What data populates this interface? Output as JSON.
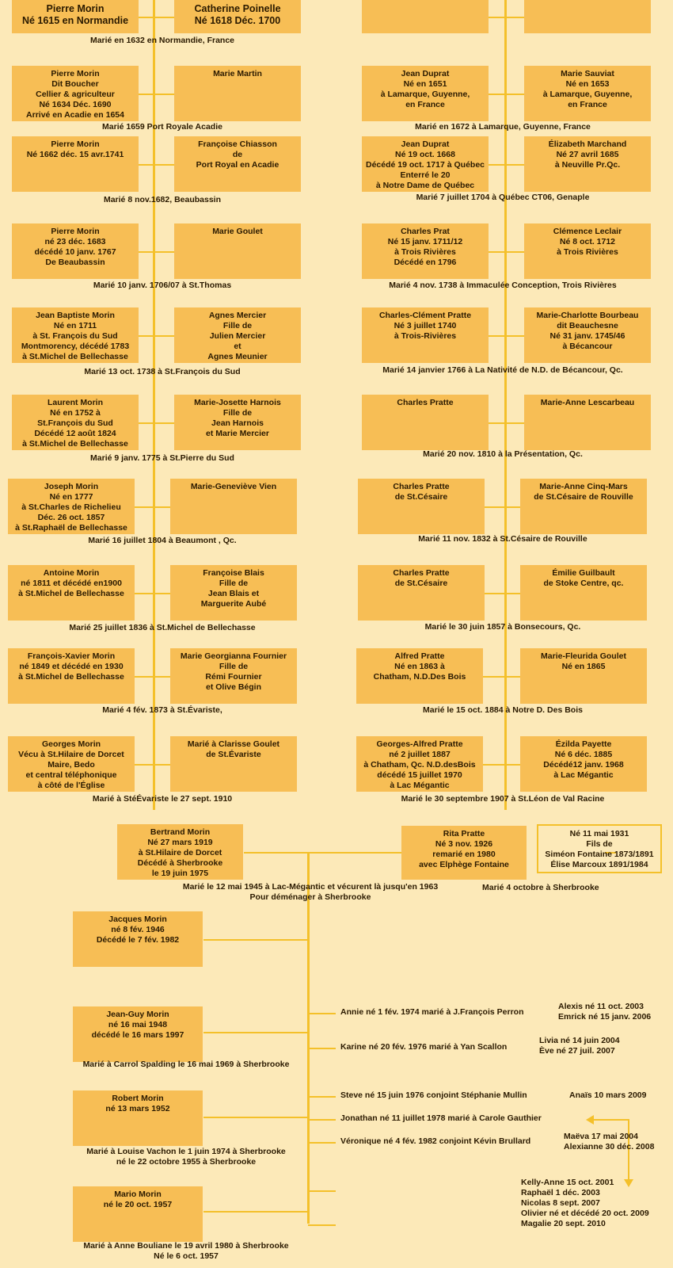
{
  "morin": [
    {
      "person": [
        "Pierre Morin",
        "Né 1615 en Normandie"
      ],
      "spouse": [
        "Catherine Poinelle",
        "Né 1618 Déc. 1700"
      ],
      "marriage": [
        "Marié en 1632 en Normandie, France"
      ]
    },
    {
      "person": [
        "Pierre Morin",
        "Dit Boucher",
        "Cellier & agriculteur",
        "Né 1634 Déc. 1690",
        "Arrivé en Acadie en 1654"
      ],
      "spouse": [
        "Marie Martin"
      ],
      "marriage": [
        "Marié 1659 Port Royale Acadie"
      ]
    },
    {
      "person": [
        "Pierre Morin",
        "Né 1662 déc. 15 avr.1741"
      ],
      "spouse": [
        "Françoise Chiasson",
        "de",
        "Port Royal en Acadie"
      ],
      "marriage": [
        "Marié 8 nov.1682, Beaubassin"
      ]
    },
    {
      "person": [
        "Pierre Morin",
        "né 23 déc. 1683",
        "décédé 10 janv. 1767",
        "De Beaubassin"
      ],
      "spouse": [
        "Marie Goulet"
      ],
      "marriage": [
        "Marié 10 janv. 1706/07 à St.Thomas"
      ]
    },
    {
      "person": [
        "Jean Baptiste Morin",
        "Né en 1711",
        "à St. François du Sud",
        "Montmorency, décédé 1783",
        "à St.Michel de Bellechasse"
      ],
      "spouse": [
        "Agnes Mercier",
        "Fille de",
        "Julien Mercier",
        "et",
        "Agnes Meunier"
      ],
      "marriage": [
        "Marié 13 oct. 1738 à St.François du Sud"
      ]
    },
    {
      "person": [
        "Laurent Morin",
        "Né en 1752 à",
        "St.François du Sud",
        "Décédé 12 août 1824",
        "à St.Michel de Bellechasse"
      ],
      "spouse": [
        "Marie-Josette Harnois",
        "Fille de",
        "Jean Harnois",
        "et Marie Mercier"
      ],
      "marriage": [
        "Marié 9 janv. 1775 à St.Pierre du Sud"
      ]
    },
    {
      "person": [
        "Joseph Morin",
        "Né en 1777",
        "à St.Charles de Richelieu",
        "Déc. 26 oct. 1857",
        "à St.Raphaël de Bellechasse"
      ],
      "spouse": [
        "Marie-Geneviève Vien"
      ],
      "marriage": [
        "Marié 16 juillet 1804 à Beaumont , Qc."
      ]
    },
    {
      "person": [
        "Antoine Morin",
        "né 1811 et décédé en1900",
        "à St.Michel de Bellechasse"
      ],
      "spouse": [
        "Françoise Blais",
        "Fille de",
        "Jean Blais et",
        "Marguerite Aubé"
      ],
      "marriage": [
        "Marié 25 juillet 1836 à St.Michel de Bellechasse"
      ]
    },
    {
      "person": [
        "François-Xavier Morin",
        "né 1849 et décédé en 1930",
        "à St.Michel de Bellechasse"
      ],
      "spouse": [
        "Marie Georgianna Fournier",
        "Fille de",
        "Rémi Fournier",
        "et Olive Bégin"
      ],
      "marriage": [
        "Marié 4 fév. 1873 à St.Évariste,"
      ]
    },
    {
      "person": [
        "Georges Morin",
        "Vécu à St.Hilaire de Dorcet",
        "Maire, Bedo",
        "et central téléphonique",
        "à côté de l'Église"
      ],
      "spouse": [
        "Marié à Clarisse Goulet",
        "de St.Évariste"
      ],
      "marriage": [
        "Marié à StéÉvariste le 27 sept. 1910"
      ]
    }
  ],
  "pratte": [
    {
      "person": [],
      "spouse": [],
      "marriage": []
    },
    {
      "person": [
        "Jean Duprat",
        "Né en 1651",
        "à Lamarque, Guyenne,",
        "en France"
      ],
      "spouse": [
        "Marie Sauviat",
        "Né en 1653",
        "à Lamarque, Guyenne,",
        "en France"
      ],
      "marriage": [
        "Marié en 1672 à Lamarque, Guyenne, France"
      ]
    },
    {
      "person": [
        "Jean Duprat",
        "Né 19 oct. 1668",
        "Décédé 19 oct. 1717 à Québec",
        "Enterré le 20",
        "à Notre Dame de Québec"
      ],
      "spouse": [
        "Élizabeth Marchand",
        "Né 27 avril 1685",
        "à Neuville Pr.Qc."
      ],
      "marriage": [
        "Marié 7 juillet 1704 à Québec CT06, Genaple"
      ]
    },
    {
      "person": [
        "Charles Prat",
        "Né 15 janv. 1711/12",
        "à Trois Rivières",
        "Décédé en 1796"
      ],
      "spouse": [
        "Clémence Leclair",
        "Né 8 oct. 1712",
        "à Trois Rivières"
      ],
      "marriage": [
        "Marié 4 nov. 1738 à Immaculée Conception, Trois Rivières"
      ]
    },
    {
      "person": [
        "Charles-Clément Pratte",
        "Né 3 juillet 1740",
        "à Trois-Rivières"
      ],
      "spouse": [
        "Marie-Charlotte Bourbeau",
        "dit Beauchesne",
        "Né 31 janv. 1745/46",
        "à Bécancour"
      ],
      "marriage": [
        "Marié 14 janvier 1766 à La Nativité de N.D. de Bécancour, Qc."
      ]
    },
    {
      "person": [
        "Charles Pratte"
      ],
      "spouse": [
        "Marie-Anne Lescarbeau"
      ],
      "marriage": [
        "Marié 20 nov. 1810 à la Présentation, Qc."
      ]
    },
    {
      "person": [
        "Charles Pratte",
        "de St.Césaire"
      ],
      "spouse": [
        "Marie-Anne Cinq-Mars",
        "de St.Césaire de Rouville"
      ],
      "marriage": [
        "Marié 11 nov. 1832 à St.Césaire de Rouville"
      ]
    },
    {
      "person": [
        "Charles Pratte",
        "de St.Césaire"
      ],
      "spouse": [
        "Émilie Guilbault",
        "de Stoke Centre, qc."
      ],
      "marriage": [
        "Marié le 30 juin 1857 à Bonsecours, Qc."
      ]
    },
    {
      "person": [
        "Alfred Pratte",
        "Né en 1863 à",
        "Chatham, N.D.Des Bois"
      ],
      "spouse": [
        "Marie-Fleurida Goulet",
        "Né en 1865"
      ],
      "marriage": [
        "Marié le 15 oct. 1884 à Notre D. Des Bois"
      ]
    },
    {
      "person": [
        "Georges-Alfred Pratte",
        "né 2 juillet 1887",
        "à Chatham, Qc. N.D.desBois",
        "décédé 15 juillet 1970",
        "à Lac Mégantic"
      ],
      "spouse": [
        "Ézilda Payette",
        "Né 6 déc. 1885",
        "Décédé12 janv. 1968",
        "à Lac Mégantic"
      ],
      "marriage": [
        "Marié le 30 septembre 1907 à St.Léon de Val Racine"
      ]
    }
  ],
  "couple": {
    "bertrand": [
      "Bertrand Morin",
      "Né 27 mars 1919",
      "à St.Hilaire de Dorcet",
      "Décédé à Sherbrooke",
      "le 19 juin 1975"
    ],
    "rita": [
      "Rita Pratte",
      "Né 3 nov. 1926",
      "remarié en 1980",
      "avec Elphège Fontaine"
    ],
    "simeon": [
      "Né 11 mai 1931",
      "Fils de",
      "Siméon Fontaine 1873/1891",
      "Élise Marcoux 1891/1984"
    ],
    "marriage": [
      "Marié le 12 mai 1945 à Lac-Mégantic et vécurent là jusqu'en 1963",
      "Pour déménager à Sherbrooke"
    ],
    "marriage2": "Marié 4 octobre à Sherbrooke"
  },
  "children": [
    {
      "person": [
        "Jacques Morin",
        "né 8 fév. 1946",
        "Décédé le 7 fév. 1982"
      ],
      "caption": []
    },
    {
      "person": [
        "Jean-Guy Morin",
        "né 16 mai 1948",
        "décédé le 16 mars 1997"
      ],
      "caption": [
        "Marié à Carrol Spalding le 16 mai 1969 à Sherbrooke"
      ]
    },
    {
      "person": [
        "Robert Morin",
        "né 13 mars 1952"
      ],
      "caption": [
        "Marié à Louise Vachon le 1 juin 1974 à Sherbrooke",
        "né le 22 octobre 1955 à Sherbrooke"
      ]
    },
    {
      "person": [
        "Mario Morin",
        "né le 20 oct. 1957"
      ],
      "caption": [
        "Marié à Anne Bouliane le 19 avril 1980 à Sherbrooke",
        "Né le 6 oct. 1957"
      ]
    }
  ],
  "grandchildren": [
    "Annie né 1 fév. 1974 marié à J.François Perron",
    "Karine né 20 fév. 1976 marié à Yan Scallon",
    "Steve né 15 juin 1976 conjoint Stéphanie Mullin",
    "Jonathan né 11 juillet 1978 marié à Carole Gauthier",
    "Véronique né 4 fév. 1982 conjoint Kévin Brullard"
  ],
  "great_grandchildren": {
    "annie": [
      "Alexis né 11 oct. 2003",
      "Emrick né 15 janv. 2006"
    ],
    "karine": [
      "Livia né 14 juin 2004",
      "Ève né 27 juil. 2007"
    ],
    "steve": [
      "Anaïs 10 mars 2009"
    ],
    "veronique": [
      "Maëva 17 mai 2004",
      "Alexianne 30 déc. 2008"
    ],
    "jonathan": [
      "Kelly-Anne 15 oct. 2001",
      "Raphaël 1 déc. 2003",
      "Nicolas 8 sept. 2007",
      "Olivier né et décédé 20 oct. 2009",
      "Magalie 20 sept. 2010"
    ]
  },
  "colors": {
    "box": "#f7be55",
    "line": "#f4c02a",
    "background": "#fce9b8",
    "text": "#2b1a00"
  }
}
